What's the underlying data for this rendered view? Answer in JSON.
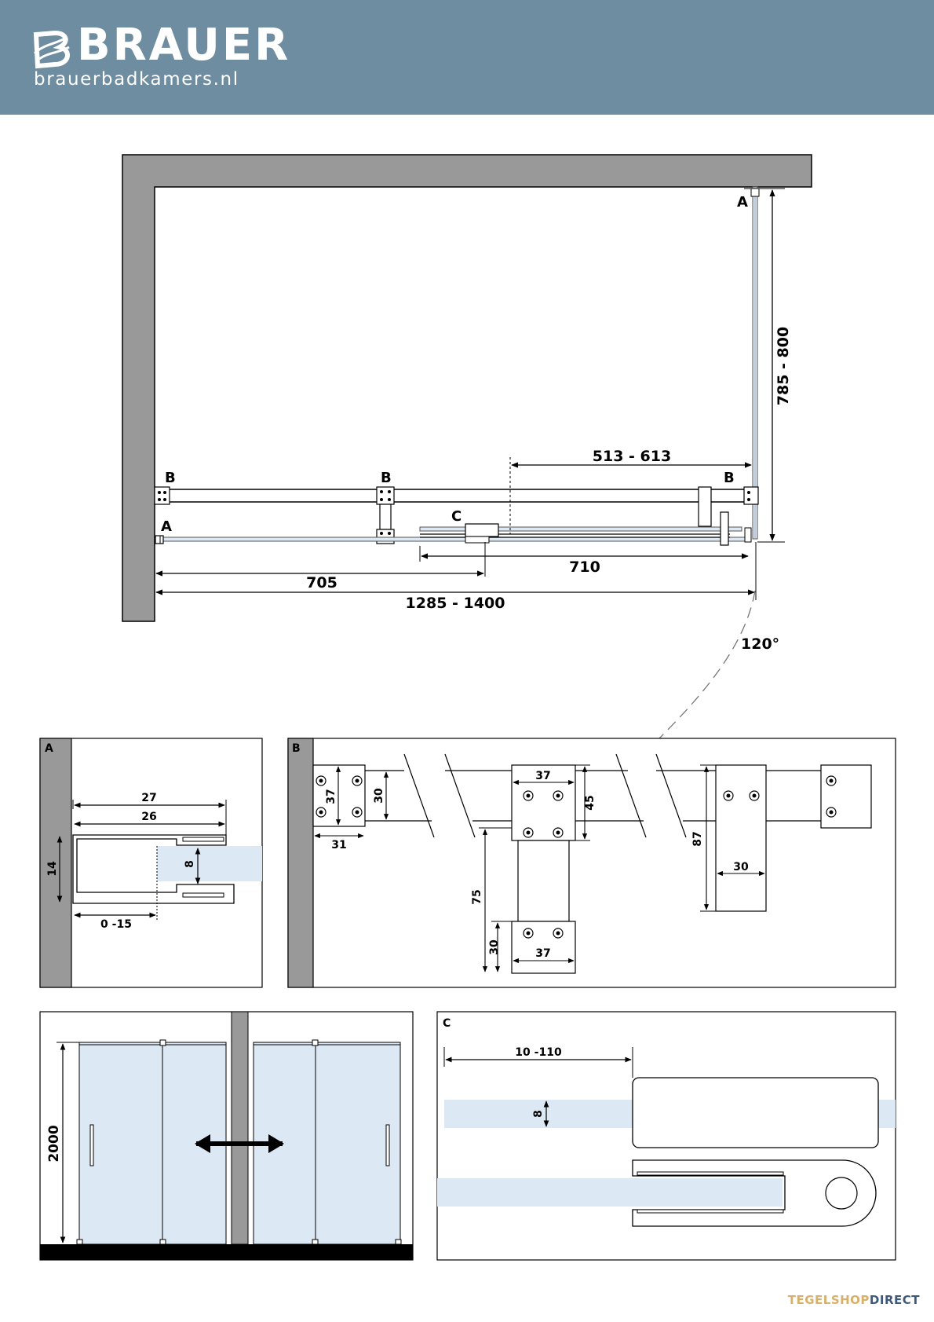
{
  "header": {
    "brand": "BRAUER",
    "url": "brauerbadkamers.nl",
    "logo_icon": "brauer-b-logo",
    "background": "#6e8da0"
  },
  "plan": {
    "labels": {
      "a_top": "A",
      "a_left": "A",
      "b_left": "B",
      "b_mid": "B",
      "b_right": "B",
      "c": "C"
    },
    "dims": {
      "depth": "785 - 800",
      "door_offset": "513 - 613",
      "panel_710": "710",
      "panel_705": "705",
      "total_width": "1285 - 1400",
      "angle": "120°"
    }
  },
  "detail_a": {
    "label": "A",
    "dims": {
      "d27": "27",
      "d26": "26",
      "d14": "14",
      "d8": "8",
      "d0_15": "0 -15"
    }
  },
  "detail_b": {
    "label": "B",
    "dims": {
      "d37_top": "37",
      "d30_left": "30",
      "d31": "31",
      "d37_mid": "37",
      "d45": "45",
      "d75": "75",
      "d30_low": "30",
      "d37_low": "37",
      "d87": "87",
      "d30_right": "30"
    }
  },
  "elevation": {
    "height": "2000"
  },
  "detail_c": {
    "label": "C",
    "dims": {
      "d10_110": "10 -110",
      "d8": "8"
    }
  },
  "footer": {
    "brand_part1": "TEGELSHOP",
    "brand_part2": "DIRECT"
  },
  "colors": {
    "wall": "#999999",
    "glass": "#dde8f5",
    "line": "#000000",
    "floor": "#000000"
  }
}
